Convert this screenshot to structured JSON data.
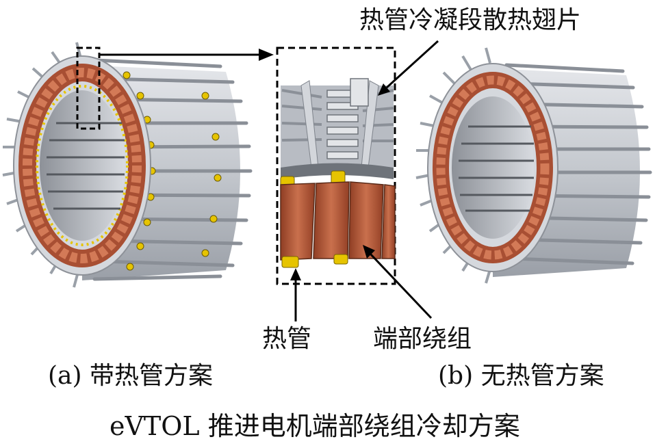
{
  "labels": {
    "fin": "热管冷凝段散热翅片",
    "heat_pipe": "热管",
    "end_winding": "端部绕组",
    "caption_a": "(a) 带热管方案",
    "caption_b": "(b)  无热管方案",
    "title": "eVTOL  推进电机端部绕组冷却方案"
  },
  "colors": {
    "winding": "#b85a3a",
    "heat_pipe": "#e6c400",
    "housing": "#c9ccd2",
    "fin": "#9ea3ab",
    "stack": "#7a7f86",
    "arrow": "#000000"
  }
}
